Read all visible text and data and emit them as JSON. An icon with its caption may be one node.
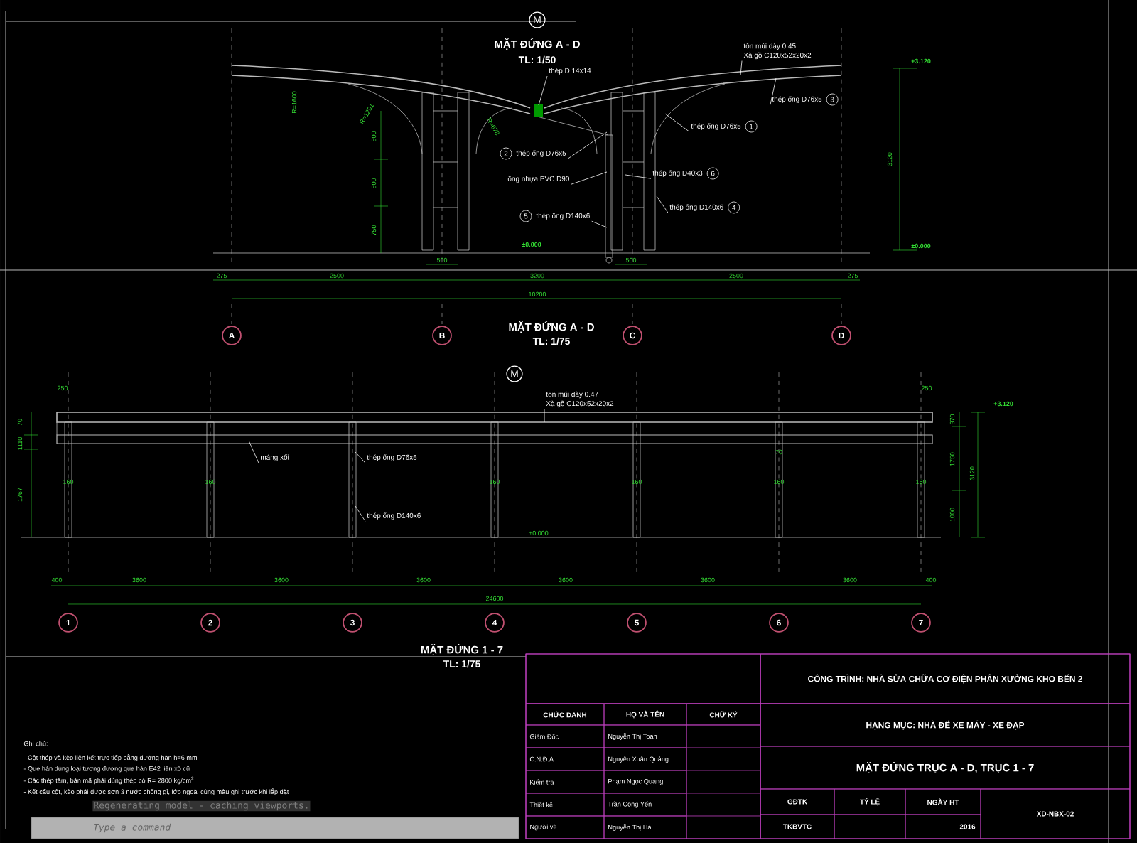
{
  "diagram": {
    "nodes": [
      {
        "text": [
          "A"
        ]
      },
      {
        "text": [
          "B"
        ]
      },
      {
        "text": [
          "C"
        ]
      },
      {
        "text": [
          "D"
        ]
      },
      {
        "text": [
          "1"
        ]
      },
      {
        "text": [
          "2"
        ]
      },
      {
        "text": [
          "3"
        ]
      },
      {
        "text": [
          "4"
        ]
      },
      {
        "text": [
          "5"
        ]
      },
      {
        "text": [
          "6"
        ]
      },
      {
        "text": [
          "7"
        ]
      },
      {
        "text": [
          "M"
        ]
      },
      {
        "text": [
          "M"
        ]
      },
      {
        "text": [
          "tôn múi dày 0.45",
          "Xà gồ C120x52x20x2"
        ]
      },
      {
        "text": [
          "thép D 14x14"
        ]
      },
      {
        "text": [
          "thép ống D76x5"
        ],
        "beside": [
          "3"
        ]
      },
      {
        "text": [
          "thép ống D76x5"
        ],
        "beside": [
          "1"
        ]
      },
      {
        "text": [
          "thép ống D76x5"
        ],
        "beside": [
          "2"
        ]
      },
      {
        "text": [
          "ống nhựa PVC D90"
        ]
      },
      {
        "text": [
          "thép ống D40x3"
        ],
        "beside": [
          "6"
        ]
      },
      {
        "text": [
          "thép ống D140x6"
        ],
        "beside": [
          "4"
        ]
      },
      {
        "text": [
          "thép ống D140x6"
        ],
        "beside": [
          "5"
        ]
      },
      {
        "text": [
          "tôn múi dày 0.47",
          "Xà gồ C120x52x20x2"
        ]
      },
      {
        "text": [
          "máng xối"
        ]
      },
      {
        "text": [
          "thép ống D76x5"
        ]
      },
      {
        "text": [
          "thép ống D140x6"
        ]
      }
    ],
    "edges": [
      {
        "from": 13,
        "to": null,
        "arrow": "none"
      },
      {
        "from": 14,
        "to": null,
        "arrow": "none"
      },
      {
        "from": 15,
        "to": null,
        "arrow": "none"
      },
      {
        "from": 16,
        "to": null,
        "arrow": "none"
      },
      {
        "from": 17,
        "to": null,
        "arrow": "none"
      },
      {
        "from": 18,
        "to": null,
        "arrow": "none"
      },
      {
        "from": 19,
        "to": null,
        "arrow": "none"
      },
      {
        "from": 20,
        "to": null,
        "arrow": "none"
      },
      {
        "from": 21,
        "to": null,
        "arrow": "none"
      },
      {
        "from": 22,
        "to": null,
        "arrow": "none"
      },
      {
        "from": 23,
        "to": null,
        "arrow": "none"
      },
      {
        "from": 24,
        "to": null,
        "arrow": "none"
      },
      {
        "from": 25,
        "to": null,
        "arrow": "none"
      }
    ],
    "labels": [
      "MẶT ĐỨNG A - D",
      "TL: 1/50",
      "R=1600",
      "R=1291",
      "R=678",
      "800",
      "800",
      "750",
      "±0.000",
      "±0.000",
      "+3.120",
      "3120",
      "500",
      "500",
      "275",
      "2500",
      "3200",
      "2500",
      "275",
      "10200",
      "MẶT ĐỨNG A - D",
      "TL: 1/75",
      "250",
      "70",
      "1110",
      "1767",
      "160",
      "160",
      "160",
      "160",
      "160",
      "160",
      "70",
      "±0.000",
      "250",
      "+3.120",
      "370",
      "1750",
      "1000",
      "3120",
      "400",
      "3600",
      "3600",
      "3600",
      "3600",
      "3600",
      "3600",
      "400",
      "24600",
      "MẶT ĐỨNG 1 - 7",
      "TL: 1/75",
      "Ghi chú:",
      "- Cột thép và kèo liên kết trực tiếp bằng đường hàn h=6 mm",
      "- Que hàn dùng loại tương đương que hàn E42 liên xô cũ",
      "- Các thép tấm, bản mã phải dùng thép có R= 2800 kg/cm$^{2}$",
      "- Kết cấu cột, kèo phải được sơn 3 nước chống gỉ, lớp ngoài cùng màu ghi trước khi lắp đặt",
      "CÔNG TRÌNH: NHÀ SỬA CHỮA CƠ ĐIỆN PHÂN XƯỞNG KHO BẾN 2",
      "CHỨC DANH",
      "HỌ VÀ TÊN",
      "CHỮ KÝ",
      "HẠNG MỤC: NHÀ ĐỂ XE MÁY - XE ĐẠP",
      "Giám Đốc",
      "Nguyễn Thị Toan",
      "C.N.Đ.A",
      "Nguyễn Xuân Quảng",
      "MẶT ĐỨNG TRỤC A - D, TRỤC 1 - 7",
      "Kiểm tra",
      "Phạm Ngọc Quang",
      "Thiết kế",
      "Trần Công Yến",
      "GĐTK",
      "TỶ LỆ",
      "NGÀY HT",
      "XD-NBX-02",
      "Người vẽ",
      "Nguyễn Thị Hà",
      "TKBVTC",
      "2016",
      "Regenerating model - caching viewports.",
      "Type a command"
    ]
  }
}
